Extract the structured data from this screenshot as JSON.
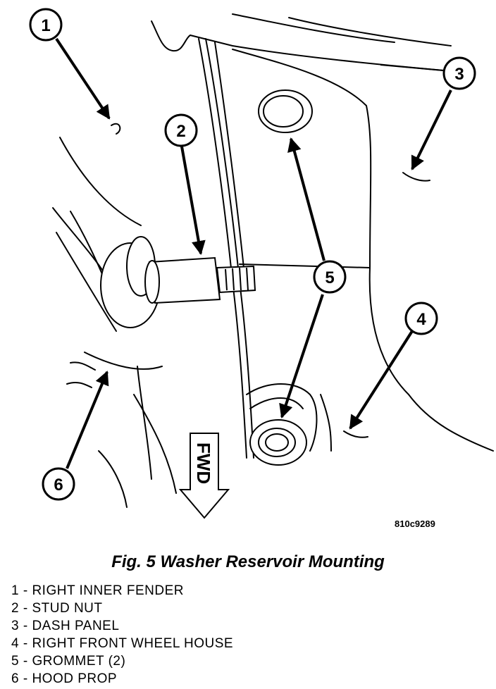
{
  "figure": {
    "code": "810c9289",
    "caption": "Fig. 5 Washer Reservoir Mounting",
    "fwd_label": "FWD"
  },
  "callouts": [
    {
      "num": "1"
    },
    {
      "num": "2"
    },
    {
      "num": "3"
    },
    {
      "num": "4"
    },
    {
      "num": "5"
    },
    {
      "num": "6"
    }
  ],
  "legend": [
    "1 - RIGHT INNER FENDER",
    "2 - STUD NUT",
    "3 - DASH PANEL",
    "4 - RIGHT FRONT WHEEL HOUSE",
    "5 - GROMMET (2)",
    "6 - HOOD PROP"
  ]
}
